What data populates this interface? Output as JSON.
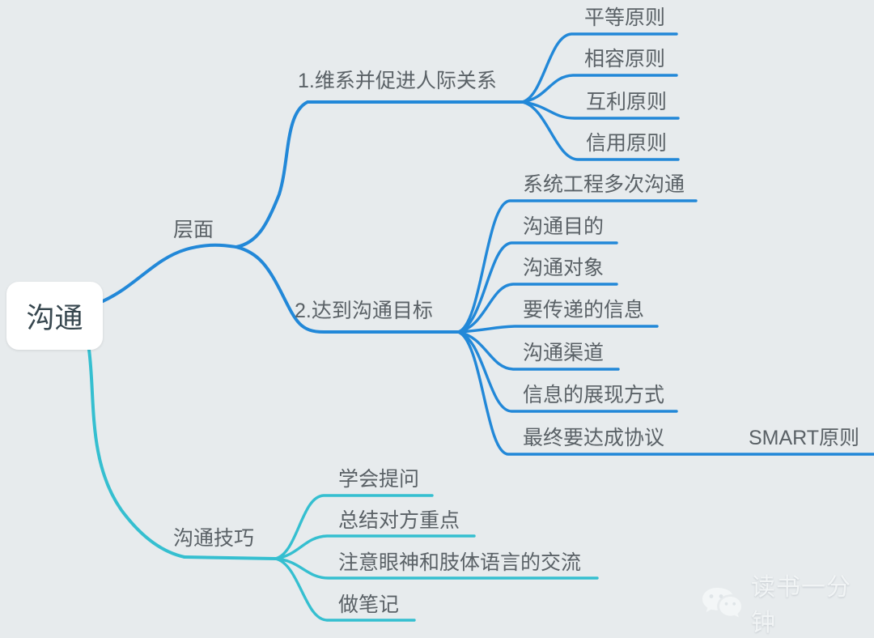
{
  "page": {
    "type": "mindmap",
    "background_color": "#e7ebed",
    "text_color": "#5a6166",
    "root_text_color": "#37474f",
    "branch_colors": {
      "blue": "#2288d8",
      "cyan": "#35bfd0"
    }
  },
  "root": {
    "label": "沟通"
  },
  "branches": [
    {
      "label": "层面",
      "color": "#2288d8",
      "children": [
        {
          "label": "1.维系并促进人际关系",
          "children": [
            {
              "label": "平等原则"
            },
            {
              "label": "相容原则"
            },
            {
              "label": "互利原则"
            },
            {
              "label": "信用原则"
            }
          ]
        },
        {
          "label": "2.达到沟通目标",
          "children": [
            {
              "label": "系统工程多次沟通"
            },
            {
              "label": "沟通目的"
            },
            {
              "label": "沟通对象"
            },
            {
              "label": "要传递的信息"
            },
            {
              "label": "沟通渠道"
            },
            {
              "label": "信息的展现方式"
            },
            {
              "label": "最终要达成协议",
              "children": [
                {
                  "label": "SMART原则"
                }
              ]
            }
          ]
        }
      ]
    },
    {
      "label": "沟通技巧",
      "color": "#35bfd0",
      "children": [
        {
          "label": "学会提问"
        },
        {
          "label": "总结对方重点"
        },
        {
          "label": "注意眼神和肢体语言的交流"
        },
        {
          "label": "做笔记"
        }
      ]
    }
  ],
  "watermark": {
    "icon": "wechat-icon",
    "text": "读书一分钟"
  }
}
